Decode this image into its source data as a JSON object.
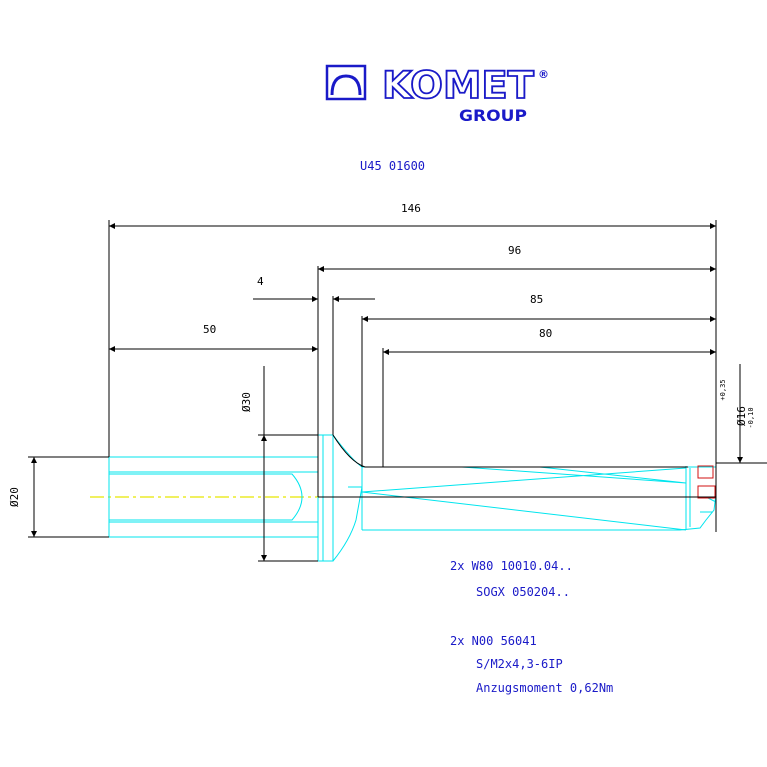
{
  "logo": {
    "brand": "KOMET",
    "registered": "®",
    "group": "GROUP"
  },
  "tool_code": "U45 01600",
  "dimensions": {
    "overall_length": "146",
    "length_96": "96",
    "length_85": "85",
    "length_80": "80",
    "shank_length": "50",
    "flange_width": "4",
    "flange_diameter": "Ø30",
    "shank_diameter": "Ø20",
    "drill_diameter": "Ø16",
    "drill_tol_upper": "+0,35",
    "drill_tol_lower": "-0,10"
  },
  "parts": [
    {
      "text": "2x W80 10010.04.."
    },
    {
      "text": "SOGX 050204.."
    },
    {
      "text": "2x N00 56041"
    },
    {
      "text": "S/M2x4,3-6IP"
    },
    {
      "text": "Anzugsmoment 0,62Nm"
    }
  ],
  "colors": {
    "logo": "#1a1ac8",
    "text": "#1a1ac8",
    "outline": "#00e5ee",
    "dimension": "#000000",
    "centerline": "#e6e600",
    "insert": "#d01010"
  }
}
